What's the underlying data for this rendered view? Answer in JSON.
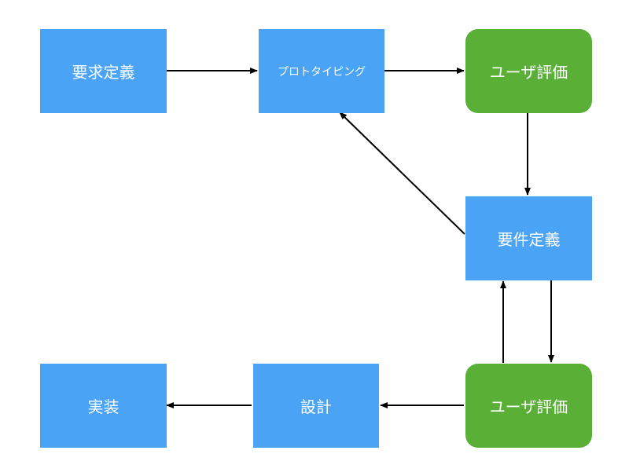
{
  "colors": {
    "process": "#4aa3f5",
    "evaluation": "#5aaf37",
    "text": "#ffffff",
    "edge": "#000000"
  },
  "nodes": {
    "requirements_definition": "要求定義",
    "prototyping": "プロトタイピング",
    "user_evaluation_1": "ユーザ評価",
    "requirements_specification": "要件定義",
    "user_evaluation_2": "ユーザ評価",
    "design": "設計",
    "implementation": "実装"
  },
  "edges": [
    {
      "from": "requirements_definition",
      "to": "prototyping"
    },
    {
      "from": "prototyping",
      "to": "user_evaluation_1"
    },
    {
      "from": "user_evaluation_1",
      "to": "requirements_specification"
    },
    {
      "from": "requirements_specification",
      "to": "prototyping"
    },
    {
      "from": "requirements_specification",
      "to": "user_evaluation_2"
    },
    {
      "from": "user_evaluation_2",
      "to": "requirements_specification"
    },
    {
      "from": "user_evaluation_2",
      "to": "design"
    },
    {
      "from": "design",
      "to": "implementation"
    }
  ]
}
